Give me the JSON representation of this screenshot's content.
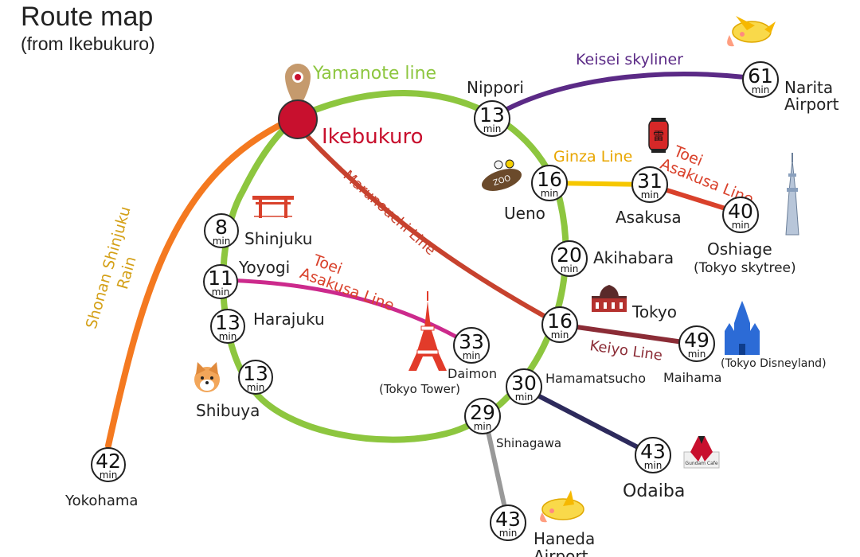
{
  "title": "Route map",
  "subtitle": "(from Ikebukuro)",
  "origin": {
    "name": "Ikebukuro",
    "color": "#c8102e"
  },
  "unit": "min",
  "lines": {
    "yamanote": {
      "name": "Yamanote line",
      "color": "#8dc63f"
    },
    "keisei": {
      "name": "Keisei skyliner",
      "color": "#5b2a86"
    },
    "ginza": {
      "name": "Ginza Line",
      "color": "#f6c700"
    },
    "toei_asakusa_east": {
      "name_1": "Toei",
      "name_2": "Asakusa Line",
      "color": "#d9412b"
    },
    "toei_asakusa_west": {
      "name_1": "Toei",
      "name_2": "Asakusa Line",
      "color": "#cc2a8c"
    },
    "marunouchi": {
      "name": "Marunouchi Line",
      "color": "#c7422e"
    },
    "keiyo": {
      "name": "Keiyo Line",
      "color": "#8b2c36"
    },
    "shonan": {
      "name_1": "Shonan Shinjuku",
      "name_2": "Rain",
      "color": "#f47920"
    },
    "rinkai": {
      "color": "#2d2a5c"
    },
    "haneda": {
      "color": "#999999"
    }
  },
  "stations": {
    "nippori": {
      "name": "Nippori",
      "time": "13"
    },
    "narita": {
      "name_1": "Narita",
      "name_2": "Airport",
      "time": "61"
    },
    "ueno": {
      "name": "Ueno",
      "time": "16"
    },
    "asakusa": {
      "name": "Asakusa",
      "time": "31"
    },
    "oshiage": {
      "name": "Oshiage",
      "note": "(Tokyo skytree)",
      "time": "40"
    },
    "akihabara": {
      "name": "Akihabara",
      "time": "20"
    },
    "tokyo": {
      "name": "Tokyo",
      "time": "16"
    },
    "maihama": {
      "name": "Maihama",
      "note": "(Tokyo Disneyland)",
      "time": "49"
    },
    "hamamatsucho": {
      "name": "Hamamatsucho",
      "time": "30"
    },
    "shinagawa": {
      "name": "Shinagawa",
      "time": "29"
    },
    "odaiba": {
      "name": "Odaiba",
      "time": "43"
    },
    "haneda": {
      "name_1": "Haneda",
      "name_2": "Airport",
      "time": "43"
    },
    "daimon": {
      "name": "Daimon",
      "note": "(Tokyo Tower)",
      "time": "33"
    },
    "shinjuku": {
      "name": "Shinjuku",
      "time": "8"
    },
    "yoyogi": {
      "name": "Yoyogi",
      "time": "11"
    },
    "harajuku": {
      "name": "Harajuku",
      "time": "13"
    },
    "shibuya": {
      "name": "Shibuya",
      "time": "13"
    },
    "yokohama": {
      "name": "Yokohama",
      "time": "42"
    }
  }
}
